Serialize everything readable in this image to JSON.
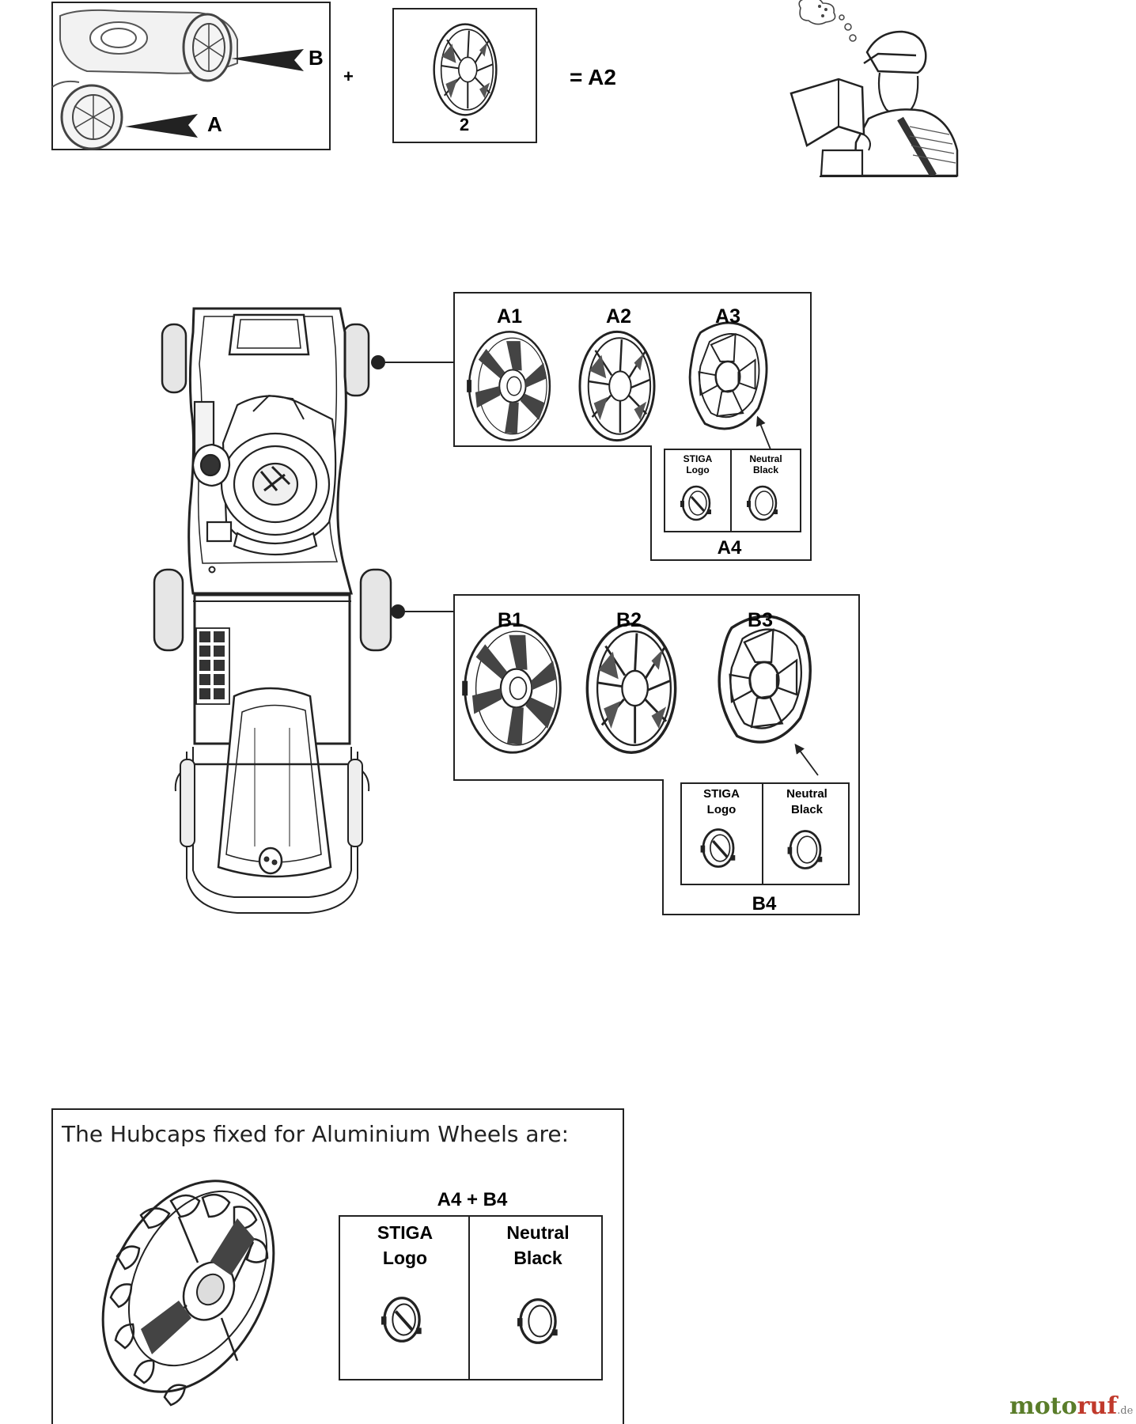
{
  "top": {
    "label_b": "B",
    "label_a": "A",
    "plus": "+",
    "hubcap_number": "2",
    "result": "= A2"
  },
  "front_group": {
    "items": [
      "A1",
      "A2",
      "A3"
    ],
    "sub_label": "A4",
    "cell_left": [
      "STIGA",
      "Logo"
    ],
    "cell_right": [
      "Neutral",
      "Black"
    ]
  },
  "rear_group": {
    "items": [
      "B1",
      "B2",
      "B3"
    ],
    "sub_label": "B4",
    "cell_left": [
      "STIGA",
      "Logo"
    ],
    "cell_right": [
      "Neutral",
      "Black"
    ]
  },
  "aluminium": {
    "heading": "The Hubcaps  fixed for Aluminium Wheels are:",
    "combo": "A4 + B4",
    "cell_left": [
      "STIGA",
      "Logo"
    ],
    "cell_right": [
      "Neutral",
      "Black"
    ]
  },
  "watermark": {
    "part1": "moto",
    "part2": "ruf",
    "suffix": ".de",
    "colors": {
      "part1": "#5a7d2a",
      "part2": "#c0392b",
      "suffix": "#7a7a7a"
    }
  }
}
